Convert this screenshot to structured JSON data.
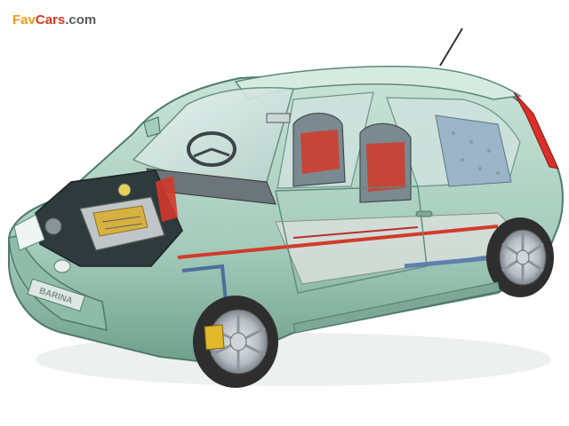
{
  "watermark": {
    "part1": "Fav",
    "part2": "Cars",
    "part3": ".com"
  },
  "badge": {
    "text": "BARINA"
  },
  "colors": {
    "body": "#a9cfc0",
    "body_dark": "#6e9e8d",
    "glass": "#d8e8e4",
    "seat_accent": "#d23a2a",
    "engine_gold": "#d8b040",
    "tire": "#2e2e2e",
    "rim": "#b9bec3",
    "watermark_orange": "#f29a14",
    "watermark_red": "#d9371b"
  }
}
